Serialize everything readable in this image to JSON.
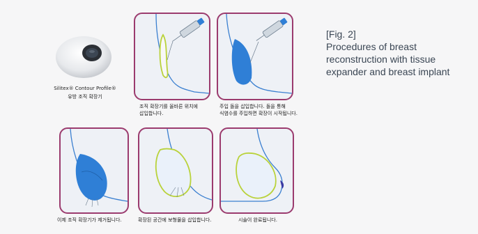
{
  "figure": {
    "label": "[Fig. 2]",
    "caption_lines": [
      "Procedures of breast",
      "reconstruction with tissue",
      "expander and breast implant"
    ]
  },
  "device": {
    "name": "Silitex® Contour Profile®",
    "subtitle": "유방 조직 확장기"
  },
  "steps": [
    {
      "lines": [
        "조직 확장기를 올바른 위치에",
        "삽입합니다."
      ]
    },
    {
      "lines": [
        "주입 돌을 삽입합니다. 돌을 통해",
        "식염수를 주입하면 확장이 시작됩니다."
      ]
    },
    {
      "lines": [
        "이제 조직 확장기가 제거됩니다."
      ]
    },
    {
      "lines": [
        "확장된 공간에 보형물을 삽입합니다."
      ]
    },
    {
      "lines": [
        "시술이 완료됩니다."
      ]
    }
  ],
  "colors": {
    "frame": "#9b3b6e",
    "skin_line": "#3a7fd0",
    "expander": "#2f7fd6",
    "implant_outline": "#b9d23a",
    "nipple": "#3b3aa3"
  }
}
